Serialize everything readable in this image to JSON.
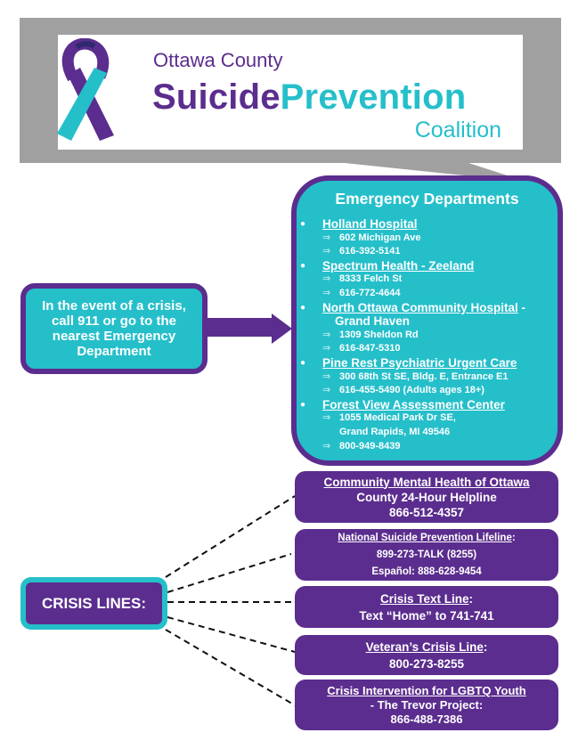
{
  "logo": {
    "org_line": "Ottawa County",
    "title_part1": "Suicide",
    "title_part2": "Prevention",
    "subtitle": "Coalition"
  },
  "colors": {
    "purple": "#5b2d8e",
    "teal": "#25bfca",
    "gray": "#a0a0a0",
    "navy": "#2e2a6e"
  },
  "icons": {
    "bullet": "●",
    "sub_arrow": "⇒"
  },
  "crisis_callout": {
    "lines": [
      "In the event of a crisis,",
      "call 911 or go to the",
      "nearest Emergency",
      "Department"
    ]
  },
  "emergency_departments": {
    "title": "Emergency Departments",
    "items": [
      {
        "name": "Holland Hospital",
        "details": [
          "602 Michigan Ave",
          "616-392-5141"
        ]
      },
      {
        "name": "Spectrum Health - Zeeland",
        "details": [
          "8333 Felch St",
          "616-772-4644"
        ]
      },
      {
        "name": "North Ottawa Community Hospital",
        "name_suffix": " -",
        "name_continuation": "Grand Haven",
        "details": [
          "1309 Sheldon Rd",
          "616-847-5310"
        ]
      },
      {
        "name": "Pine Rest Psychiatric Urgent Care",
        "details": [
          "300 68th St SE, Bldg. E, Entrance E1",
          "616-455-5490 (Adults ages 18+)"
        ]
      },
      {
        "name": "Forest View Assessment Center",
        "details": [
          "1055 Medical Park Dr SE,",
          "800-949-8439"
        ],
        "detail_continuation": "Grand Rapids, MI 49546"
      }
    ]
  },
  "crisis_lines": {
    "label": "CRISIS LINES:",
    "entries": [
      {
        "title": "Community Mental Health of Ottawa",
        "title_suffix": "",
        "lines": [
          "County 24-Hour Helpline",
          "866-512-4357"
        ]
      },
      {
        "title": "National Suicide Prevention Lifeline",
        "title_suffix": ":",
        "lines": [
          "899-273-TALK (8255)",
          "Español: 888-628-9454"
        ]
      },
      {
        "title": "Crisis Text Line",
        "title_suffix": ":",
        "lines": [
          "Text “Home” to 741-741"
        ]
      },
      {
        "title": "Veteran’s Crisis Line",
        "title_suffix": ":",
        "lines": [
          "800-273-8255"
        ]
      },
      {
        "title": "Crisis Intervention for LGBTQ Youth",
        "title_suffix": "",
        "lines": [
          "- The Trevor Project:",
          "866-488-7386"
        ]
      }
    ]
  }
}
